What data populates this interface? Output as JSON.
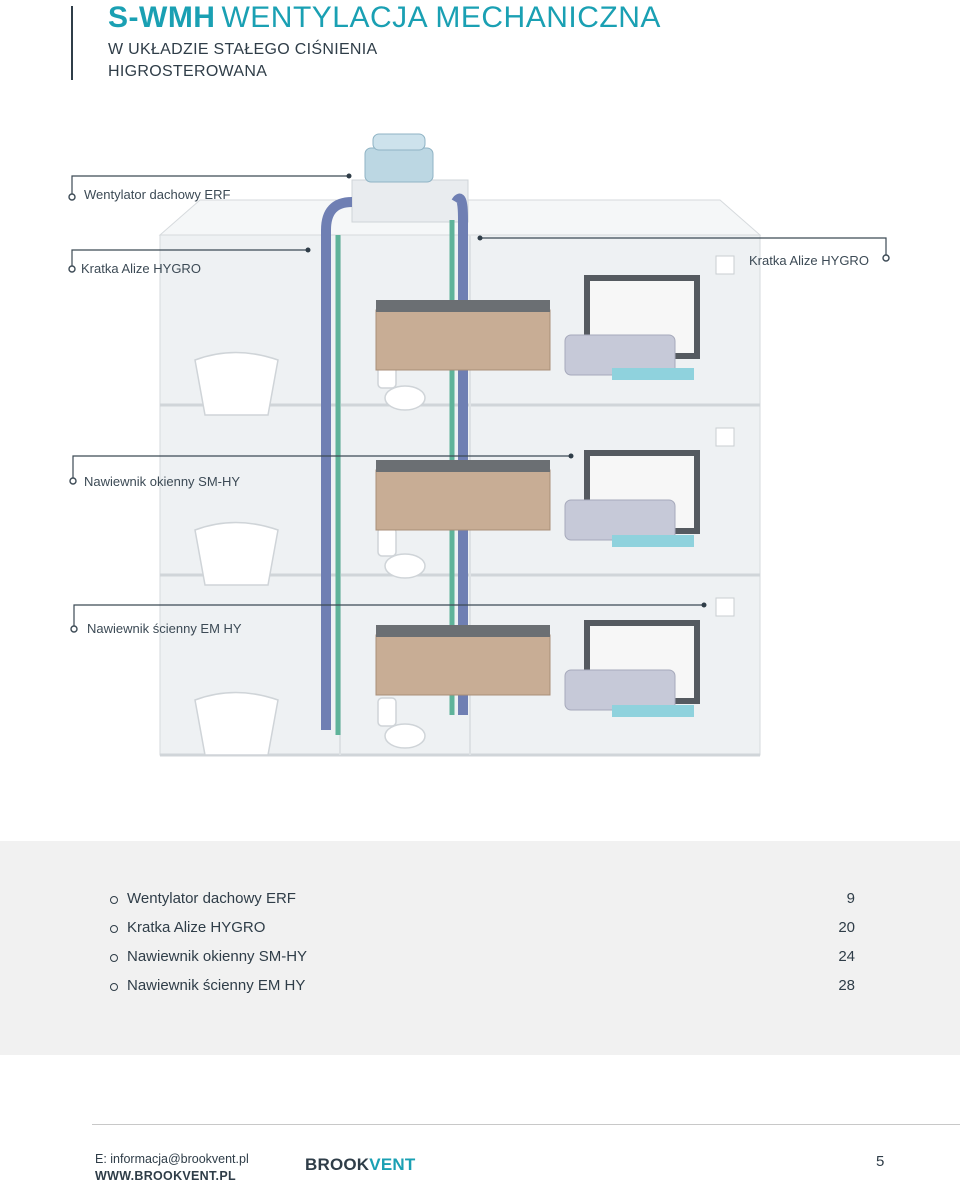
{
  "header": {
    "code": "S-WMH",
    "title": "WENTYLACJA MECHANICZNA",
    "subtitle_line1": "W UKŁADZIE STAŁEGO CIŚNIENIA",
    "subtitle_line2": "HIGROSTEROWANA"
  },
  "callouts": {
    "fan": "Wentylator dachowy ERF",
    "grille_left": "Kratka Alize HYGRO",
    "grille_right": "Kratka Alize HYGRO",
    "window_inlet": "Nawiewnik okienny SM-HY",
    "wall_inlet": "Nawiewnik ścienny EM HY"
  },
  "legend": [
    {
      "label": "Wentylator dachowy ERF",
      "page": "9"
    },
    {
      "label": "Kratka Alize HYGRO",
      "page": "20"
    },
    {
      "label": "Nawiewnik okienny SM-HY",
      "page": "24"
    },
    {
      "label": "Nawiewnik ścienny EM HY",
      "page": "28"
    }
  ],
  "footer": {
    "email": "E: informacja@brookvent.pl",
    "website": "WWW.BROOKVENT.PL",
    "logo_part1": "BROOK",
    "logo_part2": "VENT",
    "page_number": "5"
  },
  "colors": {
    "accent": "#1aa0b3",
    "text": "#2f3d48",
    "panel": "#f1f1f1",
    "duct_blue": "#6f7fb3",
    "duct_green": "#5fb39a"
  }
}
